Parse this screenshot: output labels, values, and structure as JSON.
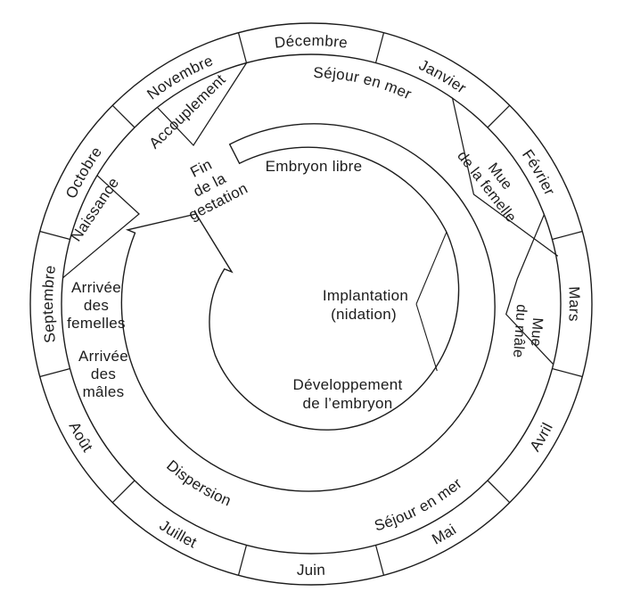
{
  "diagram": {
    "title_semantic": "Cycle annuel de reproduction (diagramme circulaire)",
    "colors": {
      "stroke": "#1c1c1c",
      "background": "#ffffff"
    },
    "months_clockwise_from_top": [
      "Décembre",
      "Janvier",
      "Février",
      "Mars",
      "Avril",
      "Mai",
      "Juin",
      "Juillet",
      "Août",
      "Septembre",
      "Octobre",
      "Novembre"
    ],
    "stages": {
      "sejour_mer_haut": "Séjour en mer",
      "mue_femelle": [
        "Mue",
        "de la femelle"
      ],
      "mue_male": [
        "Mue",
        "du mâle"
      ],
      "sejour_mer_bas": "Séjour en mer",
      "dispersion": "Dispersion",
      "arrivee_males": [
        "Arrivée",
        "des",
        "mâles"
      ],
      "arrivee_femelles": [
        "Arrivée",
        "des",
        "femelles"
      ],
      "naissance": "Naissance",
      "accouplement": "Accouplement"
    },
    "centre": {
      "embryon_libre": "Embryon libre",
      "fin_gestation": [
        "Fin",
        "de la",
        "gestation"
      ],
      "implantation": [
        "Implantation",
        "(nidation)"
      ],
      "developpement": [
        "Développement",
        "de l’embryon"
      ]
    }
  }
}
